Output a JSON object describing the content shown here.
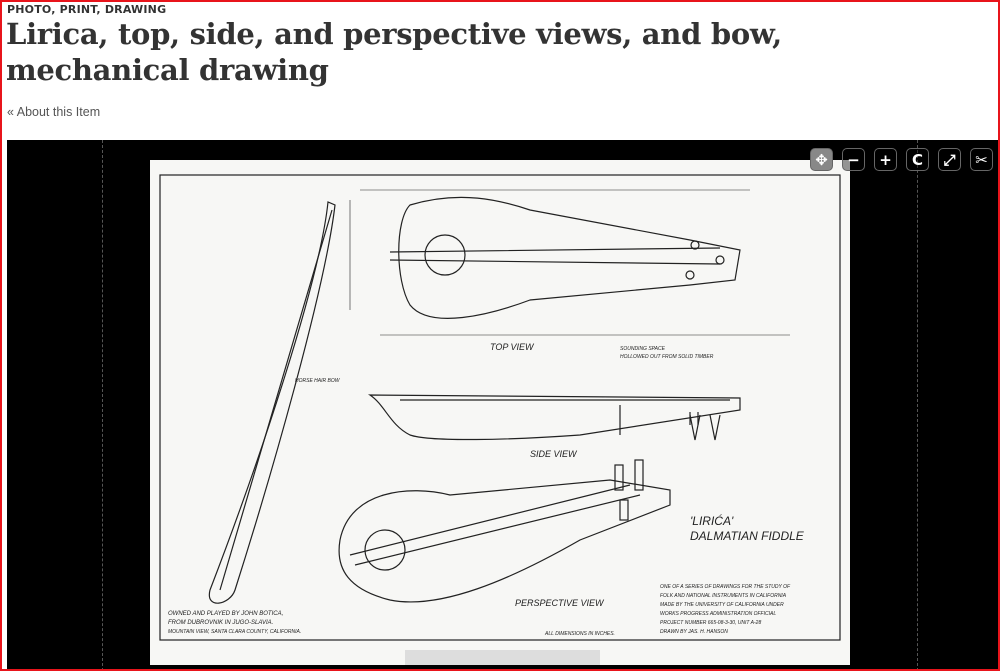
{
  "header": {
    "eyebrow": "PHOTO, PRINT, DRAWING",
    "title": "Lirica, top, side, and perspective views, and bow, mechanical drawing",
    "about_link": "« About this Item"
  },
  "toolbar": {
    "buttons": [
      {
        "name": "home",
        "glyph": "✥"
      },
      {
        "name": "zoom-out",
        "glyph": "−"
      },
      {
        "name": "zoom-in",
        "glyph": "+"
      },
      {
        "name": "rotate",
        "glyph": "C"
      },
      {
        "name": "fullscreen",
        "glyph": "⤢"
      },
      {
        "name": "crop",
        "glyph": "✂"
      }
    ]
  },
  "drawing": {
    "top_view": "TOP VIEW",
    "side_view": "SIDE VIEW",
    "perspective_view": "PERSPECTIVE VIEW",
    "title1": "'LIRIĆA'",
    "title2": "DALMATIAN FIDDLE",
    "sounding_space": "SOUNDING SPACE",
    "hollowed": "HOLLOWED OUT FROM SOLID TIMBER",
    "horse_hair": "HORSE HAIR BOW",
    "owner": [
      "OWNED AND PLAYED BY JOHN BOTICA,",
      "FROM DUBROVNIK IN JUGO-SLAVIA.",
      "MOUNTAIN VIEW, SANTA CLARA COUNTY, CALIFORNIA."
    ],
    "dimensions": "ALL DIMENSIONS IN INCHES.",
    "credit": [
      "ONE OF A SERIES OF DRAWINGS FOR THE STUDY OF",
      "FOLK AND NATIONAL INSTRUMENTS IN CALIFORNIA",
      "MADE BY THE UNIVERSITY OF CALIFORNIA UNDER",
      "WORKS PROGRESS ADMINISTRATION OFFICIAL",
      "PROJECT NUMBER 665-08-3-30, UNIT A-28",
      "DRAWN BY JAS. H. HANSON"
    ]
  }
}
